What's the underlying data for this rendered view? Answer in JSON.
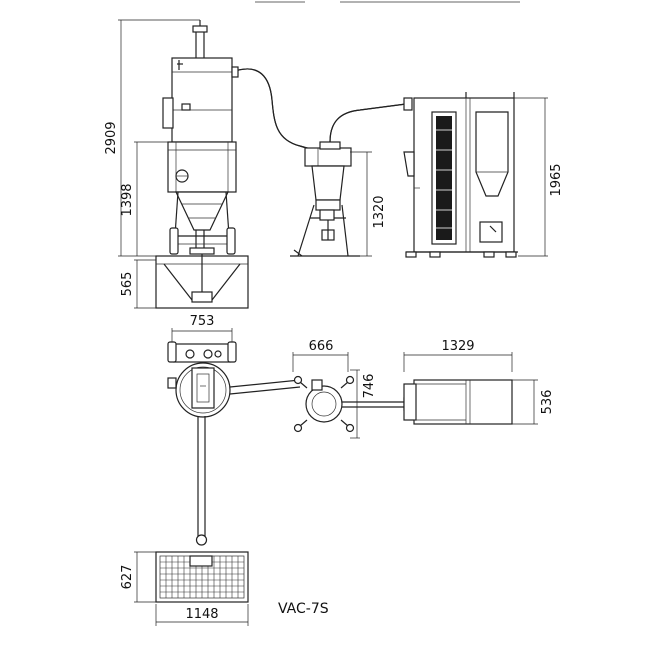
{
  "model_label": "VAC-7S",
  "side_view": {
    "total_height": "2909",
    "hopper_height": "1398",
    "cyclone_height": "1320",
    "cabinet_height": "1965",
    "stand_height": "565"
  },
  "top_view": {
    "hopper_width": "753",
    "cyclone_width": "666",
    "cyclone_depth": "746",
    "cabinet_width": "1329",
    "cabinet_depth": "536",
    "grid_depth": "627",
    "grid_width": "1148"
  }
}
